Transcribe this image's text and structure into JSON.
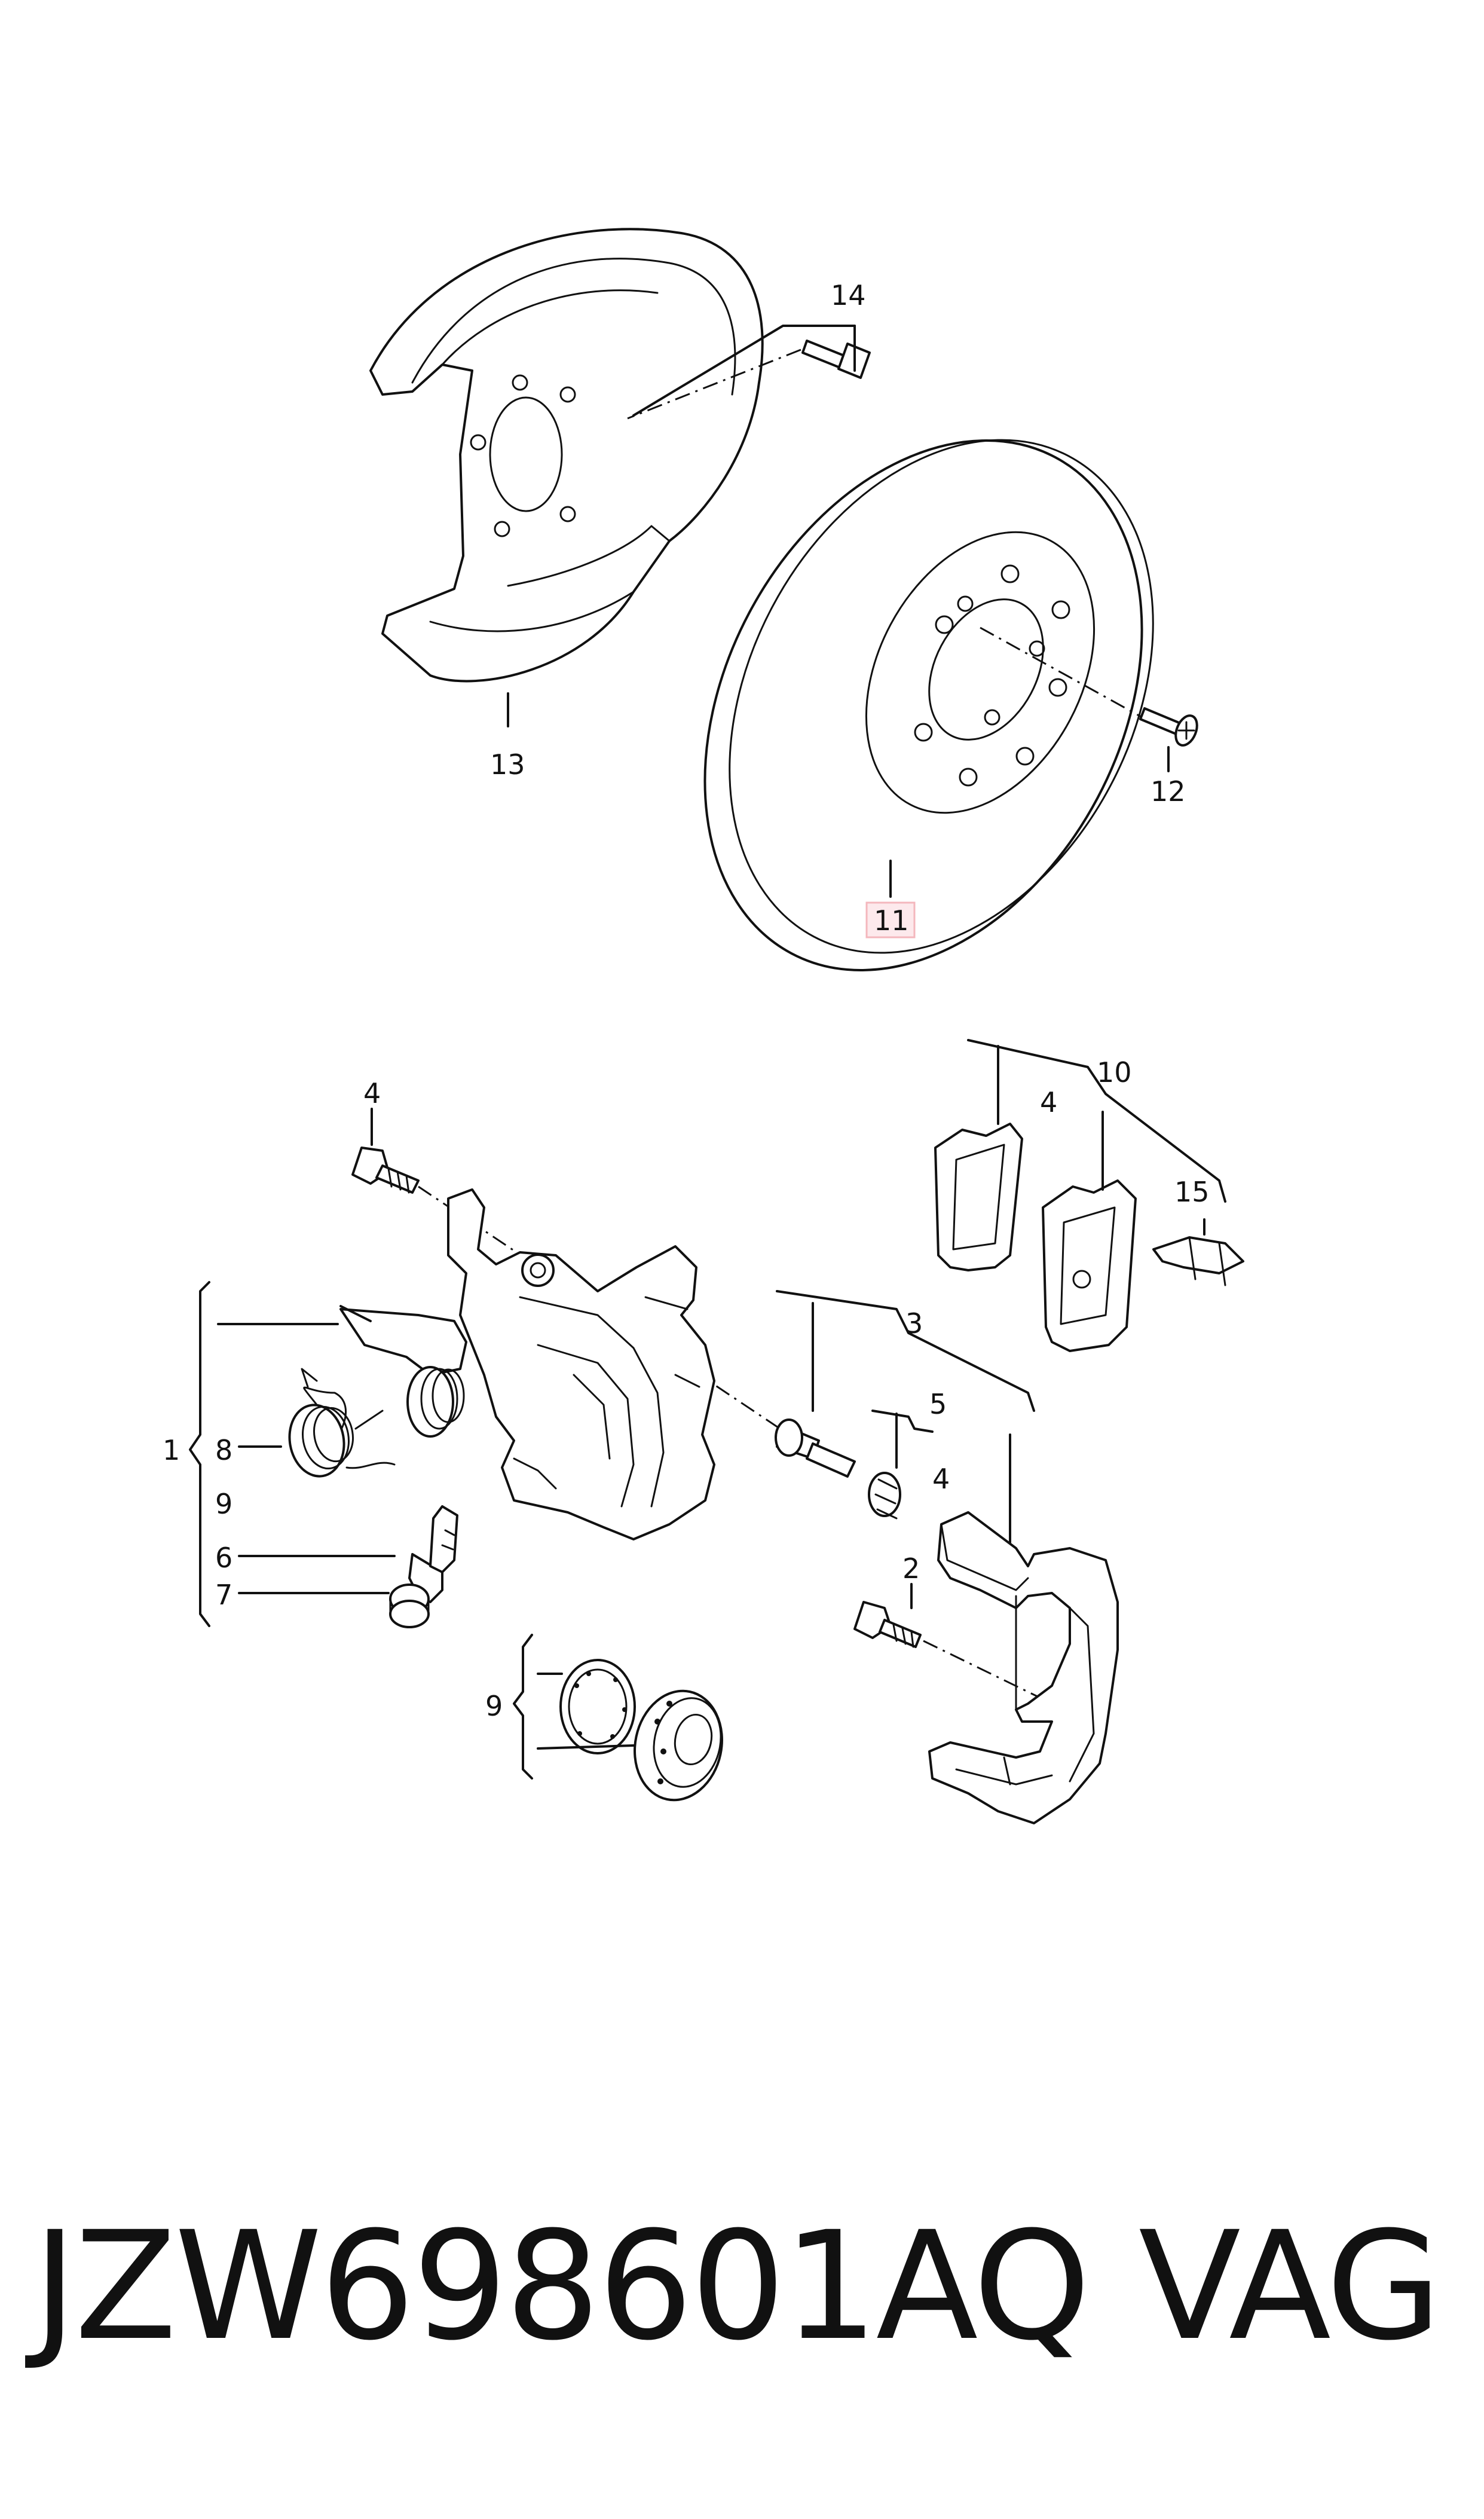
{
  "callouts": {
    "c1": "1",
    "c2": "2",
    "c3": "3",
    "c4a": "4",
    "c4b": "4",
    "c4c": "4",
    "c5": "5",
    "c6": "6",
    "c7": "7",
    "c8": "8",
    "c9a": "9",
    "c9b": "9",
    "c10": "10",
    "c11": "11",
    "c12": "12",
    "c13": "13",
    "c14": "14",
    "c15": "15"
  },
  "highlight": {
    "callout": "11",
    "color": "#f4b7bd",
    "fill": "#fde9ec"
  },
  "footer": {
    "part_number": "JZW698601AQ",
    "brand": "VAG"
  }
}
